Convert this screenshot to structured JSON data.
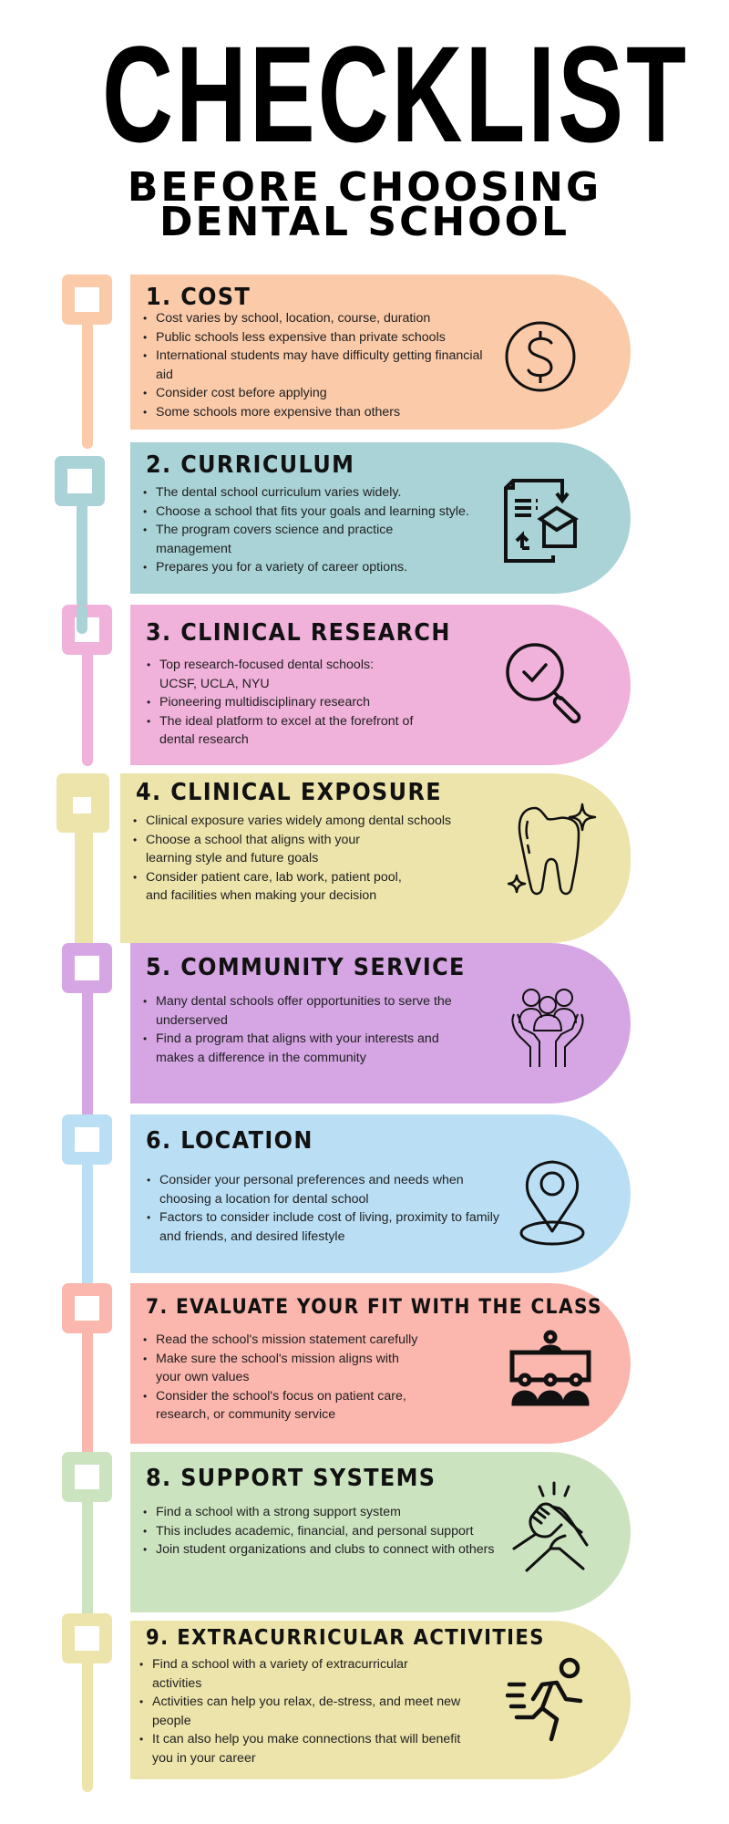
{
  "header": {
    "title": "CHECKLIST",
    "subtitle_line1": "BEFORE CHOOSING",
    "subtitle_line2": "DENTAL SCHOOL"
  },
  "colors": {
    "cost": "#fbcaa9",
    "curriculum": "#a9d3d6",
    "clinical_research": "#f0b1da",
    "clinical_exposure": "#ede4ab",
    "community_service": "#d5a6e3",
    "location": "#badff5",
    "evaluate_fit": "#fbb6ae",
    "support_systems": "#cce3c0",
    "extracurricular": "#ede4ab"
  },
  "sections": [
    {
      "title": "1. COST",
      "icon": "dollar-circle-icon",
      "bullets": [
        "Cost varies by school, location, course, duration",
        "Public schools less expensive than private schools",
        "International students may have difficulty getting financial aid",
        "Consider cost before applying",
        "Some schools more expensive than others"
      ]
    },
    {
      "title": "2. CURRICULUM",
      "icon": "document-graduation-cap-icon",
      "bullets": [
        "The dental school curriculum varies widely.",
        "Choose a school that fits your goals and learning style.",
        "The program covers science and practice management",
        "Prepares you for a variety of career options."
      ]
    },
    {
      "title": "3. CLINICAL RESEARCH",
      "icon": "magnifier-check-icon",
      "bullets": [
        "Top research-focused dental schools: UCSF, UCLA, NYU",
        "Pioneering multidisciplinary research",
        "The ideal platform to excel at the forefront of dental research"
      ]
    },
    {
      "title": "4. CLINICAL EXPOSURE",
      "icon": "sparkling-tooth-icon",
      "bullets": [
        "Clinical exposure varies widely among dental schools",
        "Choose a school that aligns with your learning style and future goals",
        "Consider patient care, lab work, patient pool, and facilities when making your decision"
      ]
    },
    {
      "title": "5. COMMUNITY SERVICE",
      "icon": "hands-holding-people-icon",
      "bullets": [
        "Many dental schools offer opportunities to serve the underserved",
        "Find a program that aligns with your interests and makes a difference in the community"
      ]
    },
    {
      "title": "6. LOCATION",
      "icon": "map-pin-icon",
      "bullets": [
        "Consider your personal preferences and needs when choosing a location for dental school",
        "Factors to consider include cost of living, proximity to family and friends, and desired lifestyle"
      ]
    },
    {
      "title": "7. EVALUATE YOUR FIT WITH THE CLASS",
      "icon": "classroom-presenter-icon",
      "bullets": [
        "Read the school's mission statement carefully",
        "Make sure the school's mission aligns with your own values",
        "Consider the school's focus on patient care, research, or community service"
      ]
    },
    {
      "title": "8. SUPPORT SYSTEMS",
      "icon": "handshake-clasp-icon",
      "bullets": [
        "Find a school with a strong support system",
        "This includes academic, financial, and personal support",
        "Join student organizations and clubs to connect with others"
      ]
    },
    {
      "title": "9. EXTRACURRICULAR ACTIVITIES",
      "icon": "running-person-icon",
      "bullets": [
        "Find a school with a variety of extracurricular activities",
        "Activities can help you relax, de-stress, and meet new people",
        "It can also help you make connections that will benefit you in your career"
      ]
    }
  ]
}
